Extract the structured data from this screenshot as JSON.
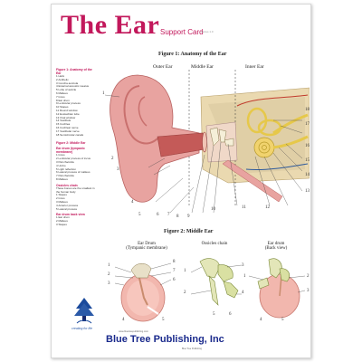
{
  "header": {
    "title": "The Ear",
    "subtitle": "Support Card",
    "series_note": "Series 1.0"
  },
  "figure1": {
    "title": "Figure 1: Anatomy of the Ear",
    "regions": [
      "Outer Ear",
      "Middle Ear",
      "Inner Ear"
    ],
    "numbers_left": [
      "1",
      "2",
      "3",
      "4",
      "5",
      "6"
    ],
    "numbers_bottom": [
      "7",
      "8",
      "9",
      "10",
      "11",
      "12"
    ],
    "numbers_right": [
      "13",
      "14",
      "15",
      "16",
      "17",
      "18"
    ]
  },
  "figure2": {
    "title": "Figure 2: Middle Ear",
    "panels": [
      {
        "caption_line1": "Ear Drum",
        "caption_line2": "(Tympanic membrane)"
      },
      {
        "caption_line1": "Ossicles chain",
        "caption_line2": ""
      },
      {
        "caption_line1": "Ear drum",
        "caption_line2": "(Back view)"
      }
    ],
    "panel1_numbers": [
      "1",
      "2",
      "3",
      "4",
      "5",
      "6",
      "7",
      "8"
    ],
    "panel2_numbers": [
      "1",
      "2",
      "3",
      "4",
      "5",
      "6"
    ],
    "panel3_numbers": [
      "1",
      "2",
      "3",
      "4",
      "5"
    ]
  },
  "sidebar": {
    "fig1_heading": "Figure 1: Anatomy of the Ear",
    "fig1_items": [
      "1 Helix",
      "2 Antihelix",
      "3 Concha auricula",
      "4 External acoustic meatus",
      "5 Lobe of auricle",
      "6 Malleus",
      "7 Incus",
      "8 Ear drum",
      "9 Lenticular process",
      "10 Stapes",
      "11 Round window",
      "12 Eustachian tube",
      "13 Oval window",
      "14 Vestibule",
      "15 Cochlea",
      "16 Cochlear nerve",
      "17 Vestibular nerve",
      "18 Semicircular canals"
    ],
    "fig2_heading": "Figure 2: Middle Ear",
    "fig2_sub1": "Ear drum (tympanic membrane)",
    "fig2_items1": [
      "1 Incus",
      "2 Lenticular process of incus",
      "3 Pars flaccida",
      "4 Umbo",
      "5 Light reflection",
      "6 Lateral process of malleus",
      "7 Pars flaccida",
      "8 Malleus"
    ],
    "fig2_sub2": "Ossicles chain",
    "fig2_note": "These bones are the smallest in the human body",
    "fig2_items2": [
      "1 Stapes",
      "2 Incus",
      "3 Malleus",
      "4 Anterior process",
      "5 Lateral process"
    ],
    "fig2_sub3": "Ear drum back view",
    "fig2_items3": [
      "1 Ear drum",
      "2 Malleus",
      "3 Stapes"
    ]
  },
  "footer": {
    "tagline": "creating for life",
    "small_line": "www.bluetreepublishing.com",
    "publisher": "Blue Tree Publishing, Inc",
    "contact": "Blue Tree Publishing"
  },
  "colors": {
    "accent": "#c2185b",
    "publisher_blue": "#1a2a8c",
    "skin": "#e8a3a0",
    "skin_dark": "#c9706e",
    "bone": "#d8c8a0",
    "nerve": "#e6c84a"
  }
}
